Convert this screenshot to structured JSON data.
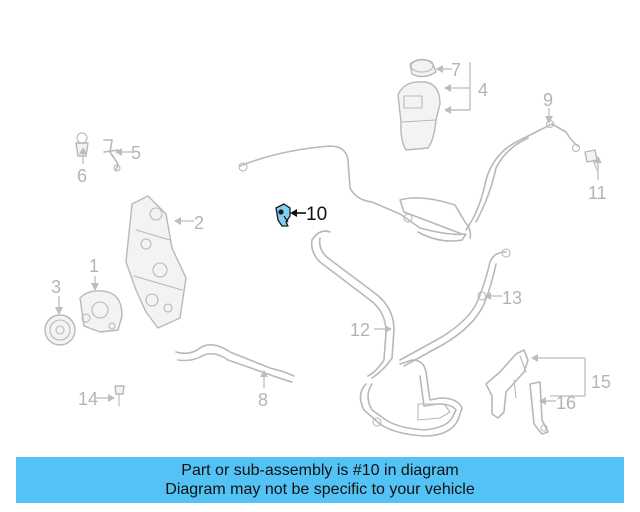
{
  "diagram": {
    "callouts": {
      "c1": "1",
      "c2": "2",
      "c3": "3",
      "c4": "4",
      "c5": "5",
      "c6": "6",
      "c7": "7",
      "c8": "8",
      "c9": "9",
      "c10": "10",
      "c11": "11",
      "c12": "12",
      "c13": "13",
      "c14": "14",
      "c15": "15",
      "c16": "16"
    },
    "highlighted_part": "10",
    "colors": {
      "highlight_fill": "#7fd0f0",
      "part_line": "#b8b8b8",
      "banner_bg": "#53c3f5"
    }
  },
  "banner": {
    "line1": "Part or sub-assembly is #10 in diagram",
    "line2": "Diagram may not be specific to your vehicle"
  }
}
